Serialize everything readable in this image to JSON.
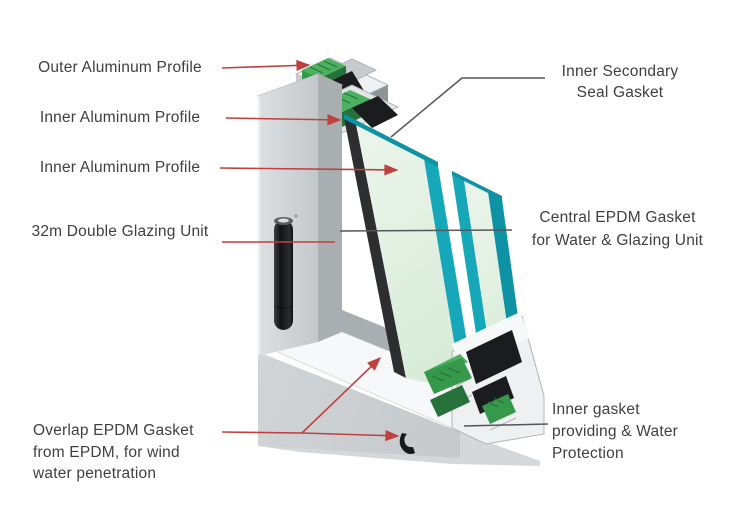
{
  "labels": {
    "outer_profile": "Outer Aluminum Profile",
    "inner_profile_top": "Inner Aluminum Profile",
    "inner_profile_mid": "Inner Aluminum Profile",
    "glazing_unit": "32m Double Glazing Unit",
    "overlap_gasket": "Overlap EPDM Gasket\nfrom EPDM, for wind\nwater penetration",
    "inner_secondary_seal": "Inner Secondary\nSeal Gasket",
    "central_gasket": "Central EPDM Gasket\nfor Water & Glazing Unit",
    "inner_gasket": "Inner gasket\nproviding & Water\nProtection"
  },
  "colors": {
    "background": "#ffffff",
    "label_text": "#3f4041",
    "leader_red": "#c0403e",
    "leader_gray": "#55565a",
    "frame_light": "#d5d8da",
    "frame_light2": "#c7cbcd",
    "frame_mid": "#a9aeb1",
    "frame_dark": "#8f9497",
    "cut_face": "#eef0f1",
    "cut_face2": "#e3e6e8",
    "sill_white": "#f7f8f9",
    "chamber_line": "#b0b5b8",
    "gasket_green": "#36984a",
    "gasket_green_light": "#4db25f",
    "gasket_green_dark": "#27713a",
    "seal_black": "#1a1c1e",
    "glass_teal": "#16a8b9",
    "glass_teal_dark": "#0d93a4",
    "glass_green": "#e1efe0",
    "glass_shadow": "#2c2e30",
    "hinge_black": "#17191b"
  }
}
